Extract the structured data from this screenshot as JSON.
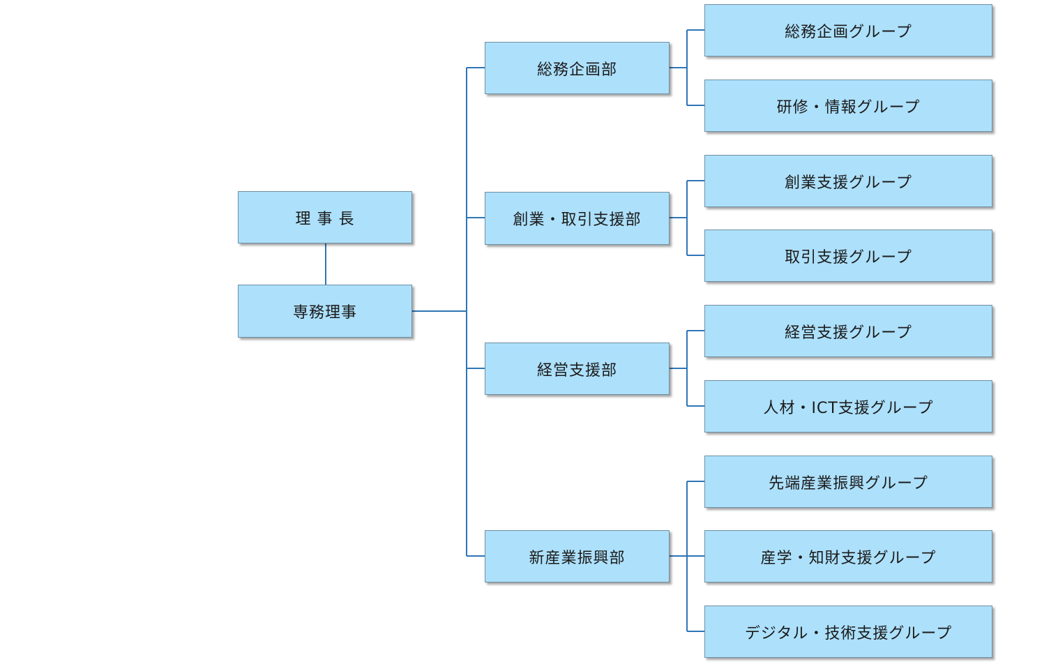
{
  "colors": {
    "box_fill": "#ade0fb",
    "box_border": "#6f8fa3",
    "line": "#2e75b6"
  },
  "chairman": "理 事 長",
  "managing_director": "専務理事",
  "departments": [
    {
      "name": "総務企画部",
      "groups": [
        "総務企画グループ",
        "研修・情報グループ"
      ]
    },
    {
      "name": "創業・取引支援部",
      "groups": [
        "創業支援グループ",
        "取引支援グループ"
      ]
    },
    {
      "name": "経営支援部",
      "groups": [
        "経営支援グループ",
        "人材・ICT支援グループ"
      ]
    },
    {
      "name": "新産業振興部",
      "groups": [
        "先端産業振興グループ",
        "産学・知財支援グループ",
        "デジタル・技術支援グループ"
      ]
    }
  ]
}
